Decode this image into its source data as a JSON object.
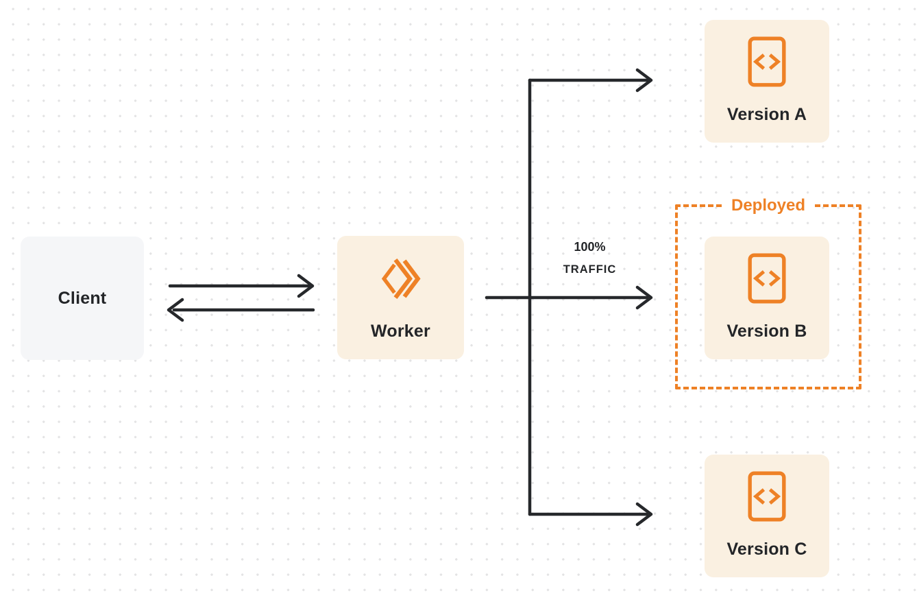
{
  "colors": {
    "accent_orange": "#EE8126",
    "node_cream": "#FAF0E1",
    "client_gray": "#F5F6F8",
    "line_dark": "#26282B",
    "text_dark": "#232528",
    "dot_grid": "#E3E3E4",
    "background": "#FFFFFF"
  },
  "nodes": {
    "client": {
      "label": "Client"
    },
    "worker": {
      "label": "Worker",
      "icon": "workers-logo-icon"
    },
    "versions": [
      {
        "label": "Version A",
        "icon": "code-file-icon"
      },
      {
        "label": "Version B",
        "icon": "code-file-icon"
      },
      {
        "label": "Version C",
        "icon": "code-file-icon"
      }
    ]
  },
  "deployed": {
    "label": "Deployed"
  },
  "traffic": {
    "percent": "100%",
    "word": "TRAFFIC"
  }
}
